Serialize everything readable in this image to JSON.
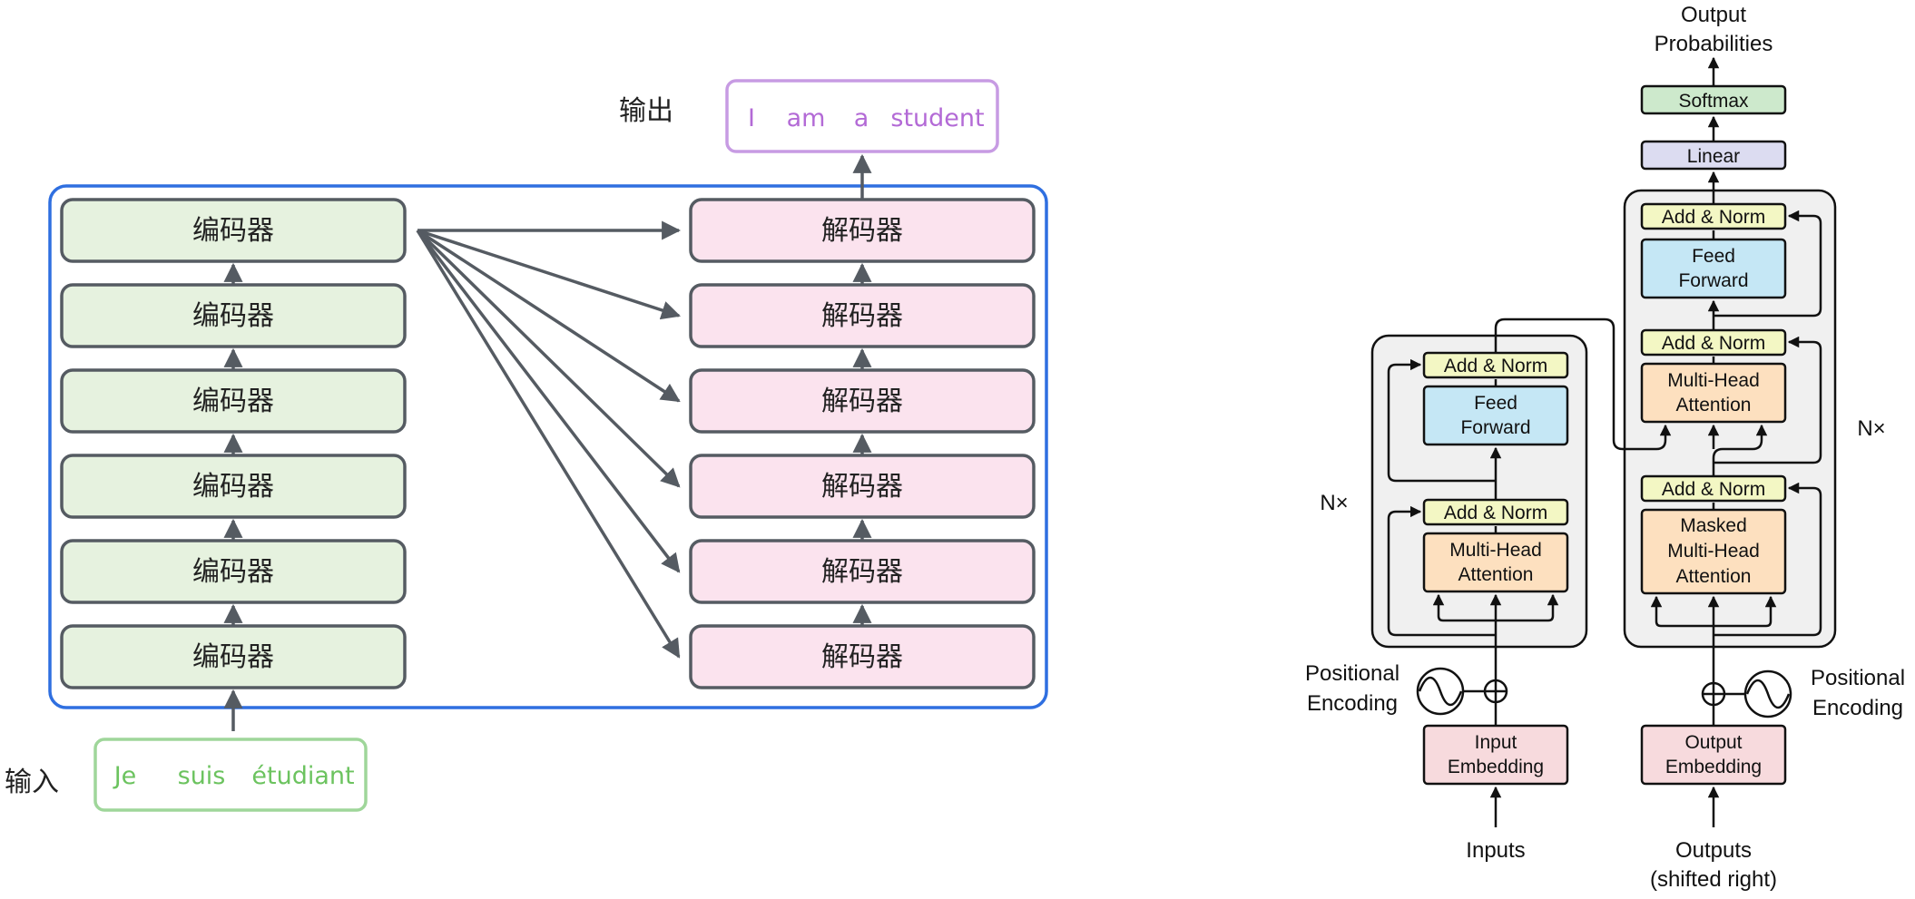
{
  "left_diagram": {
    "output_label": "输出",
    "input_label": "输入",
    "output_words": [
      "I",
      "am",
      "a",
      "student"
    ],
    "input_words": [
      "Je",
      "suis",
      "étudiant"
    ],
    "encoders": [
      "编码器",
      "编码器",
      "编码器",
      "编码器",
      "编码器",
      "编码器"
    ],
    "decoders": [
      "解码器",
      "解码器",
      "解码器",
      "解码器",
      "解码器",
      "解码器"
    ],
    "colors": {
      "encoder_fill": "#e6f2df",
      "decoder_fill": "#fbe3ee",
      "block_border": "#555b62",
      "outer_frame": "#2f6fe0",
      "output_box": "#c79be3",
      "output_text": "#b36ad6",
      "input_box": "#9fd69a",
      "input_text": "#6cc35f",
      "arrow": "#555b62"
    }
  },
  "right_diagram": {
    "title_top": [
      "Output",
      "Probabilities"
    ],
    "softmax": "Softmax",
    "linear": "Linear",
    "nx_left": "N×",
    "nx_right": "N×",
    "add_norm": "Add & Norm",
    "feed_forward": [
      "Feed",
      "Forward"
    ],
    "multi_head_attention": [
      "Multi-Head",
      "Attention"
    ],
    "masked_multi_head_attention": [
      "Masked",
      "Multi-Head",
      "Attention"
    ],
    "positional_encoding_left": [
      "Positional",
      "Encoding"
    ],
    "positional_encoding_right": [
      "Positional",
      "Encoding"
    ],
    "input_embedding": [
      "Input",
      "Embedding"
    ],
    "output_embedding": [
      "Output",
      "Embedding"
    ],
    "inputs_label": "Inputs",
    "outputs_label": [
      "Outputs",
      "(shifted right)"
    ],
    "colors": {
      "add_norm": "#f3f7c4",
      "feed_forward": "#c5e7f5",
      "attention": "#fde0bf",
      "embedding": "#f7dadd",
      "linear": "#dcdcf1",
      "softmax": "#cde9cc",
      "stack_bg": "#f0f0f0",
      "stroke": "#111111"
    }
  }
}
